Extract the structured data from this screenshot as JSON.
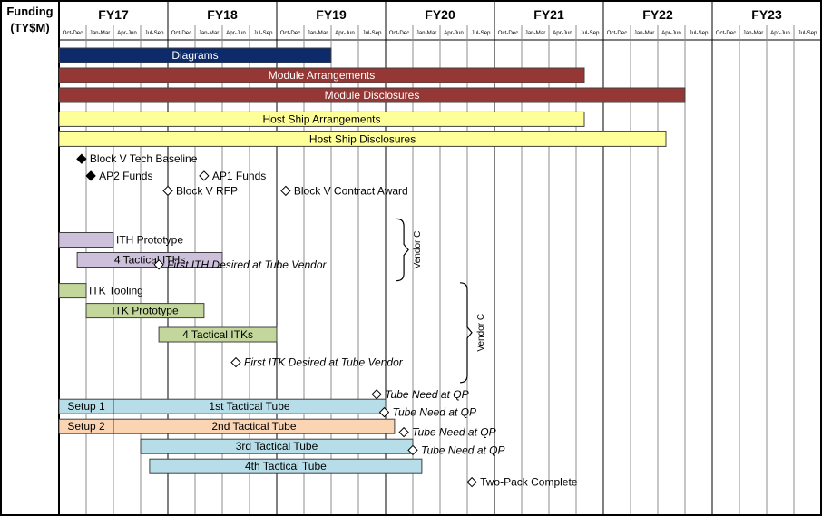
{
  "chart_data": {
    "type": "gantt",
    "corner_label": "Funding\n(TY$M)",
    "fiscal_years": [
      "FY17",
      "FY18",
      "FY19",
      "FY20",
      "FY21",
      "FY22",
      "FY23"
    ],
    "quarter_labels": [
      "Oct-Dec",
      "Jan-Mar",
      "Apr-Jun",
      "Jul-Sep"
    ],
    "x_unit": "quarter index (0 = Oct-Dec FY17)",
    "xlim": [
      0,
      28
    ],
    "bars": [
      {
        "label": "Diagrams",
        "start": 0,
        "end": 10,
        "color": "#0d2a6b",
        "text_color": "#ffffff",
        "label_align": "center"
      },
      {
        "label": "Module Arrangements",
        "start": 0,
        "end": 19.3,
        "color": "#953734",
        "text_color": "#ffffff",
        "label_align": "center"
      },
      {
        "label": "Module Disclosures",
        "start": 0,
        "end": 23,
        "color": "#953734",
        "text_color": "#ffffff",
        "label_align": "center"
      },
      {
        "label": "Host Ship Arrangements",
        "start": 0,
        "end": 19.3,
        "color": "#ffff99",
        "text_color": "#000000",
        "label_align": "center"
      },
      {
        "label": "Host Ship Disclosures",
        "start": 0,
        "end": 22.3,
        "color": "#ffff99",
        "text_color": "#000000",
        "label_align": "center"
      },
      {
        "label": "ITH Prototype",
        "start": 0,
        "end": 2,
        "color": "#ccc0da",
        "text_color": "#000000",
        "label_align": "right"
      },
      {
        "label": "4 Tactical ITHs",
        "start": 0.67,
        "end": 6,
        "color": "#ccc0da",
        "text_color": "#000000",
        "label_align": "center"
      },
      {
        "label": "ITK Tooling",
        "start": 0,
        "end": 1,
        "color": "#c3d69b",
        "text_color": "#000000",
        "label_align": "right"
      },
      {
        "label": "ITK Prototype",
        "start": 1,
        "end": 5.33,
        "color": "#c3d69b",
        "text_color": "#000000",
        "label_align": "center"
      },
      {
        "label": "4 Tactical ITKs",
        "start": 3.67,
        "end": 8,
        "color": "#c3d69b",
        "text_color": "#000000",
        "label_align": "center"
      },
      {
        "label": "1st Tactical Tube",
        "start": 0,
        "end": 12,
        "color": "#b7dee8",
        "text_color": "#000000",
        "label_align": "center"
      },
      {
        "label": "2nd Tactical Tube",
        "start": 0,
        "end": 12.33,
        "color": "#fbd4b4",
        "text_color": "#000000",
        "label_align": "center"
      },
      {
        "label": "3rd Tactical Tube",
        "start": 3,
        "end": 13,
        "color": "#b7dee8",
        "text_color": "#000000",
        "label_align": "center"
      },
      {
        "label": "4th Tactical Tube",
        "start": 3.33,
        "end": 13.33,
        "color": "#b7dee8",
        "text_color": "#000000",
        "label_align": "center"
      }
    ],
    "bar_segments": [
      {
        "label": "Setup 1",
        "start": 0,
        "end": 2
      },
      {
        "label": "Setup 2",
        "start": 0,
        "end": 2
      }
    ],
    "milestones": [
      {
        "label": "Block V Tech Baseline",
        "x": 0.83,
        "row": 5.6,
        "filled": true,
        "italic": false
      },
      {
        "label": "AP2 Funds",
        "x": 1.17,
        "row": 6.45,
        "filled": true,
        "italic": false
      },
      {
        "label": "AP1 Funds",
        "x": 5.33,
        "row": 6.45,
        "filled": false,
        "italic": false
      },
      {
        "label": "Block V RFP",
        "x": 4,
        "row": 7.2,
        "filled": false,
        "italic": false
      },
      {
        "label": "Block V Contract Award",
        "x": 8.33,
        "row": 7.2,
        "filled": false,
        "italic": false
      },
      {
        "label": "First ITH Desired at Tube Vendor",
        "x": 3.67,
        "row": 10.9,
        "filled": false,
        "italic": true
      },
      {
        "label": "First ITK Desired at Tube Vendor",
        "x": 6.5,
        "row": 15.8,
        "filled": false,
        "italic": true
      },
      {
        "label": "Tube Need at QP",
        "x": 11.67,
        "row": 17.4,
        "filled": false,
        "italic": true
      },
      {
        "label": "Tube Need at QP",
        "x": 11.95,
        "row": 18.3,
        "filled": false,
        "italic": true
      },
      {
        "label": "Tube Need at QP",
        "x": 12.67,
        "row": 19.3,
        "filled": false,
        "italic": true
      },
      {
        "label": "Tube Need at QP",
        "x": 13,
        "row": 20.2,
        "filled": false,
        "italic": true
      },
      {
        "label": "Two-Pack Complete",
        "x": 15.17,
        "row": 21.8,
        "filled": false,
        "italic": false
      }
    ],
    "brackets": [
      {
        "label": "Vendor C",
        "start_row": 8.2,
        "end_row": 11.3,
        "x": 12.67
      },
      {
        "label": "Vendor C",
        "start_row": 11.4,
        "end_row": 16.4,
        "x": 15
      }
    ],
    "grid": true
  }
}
